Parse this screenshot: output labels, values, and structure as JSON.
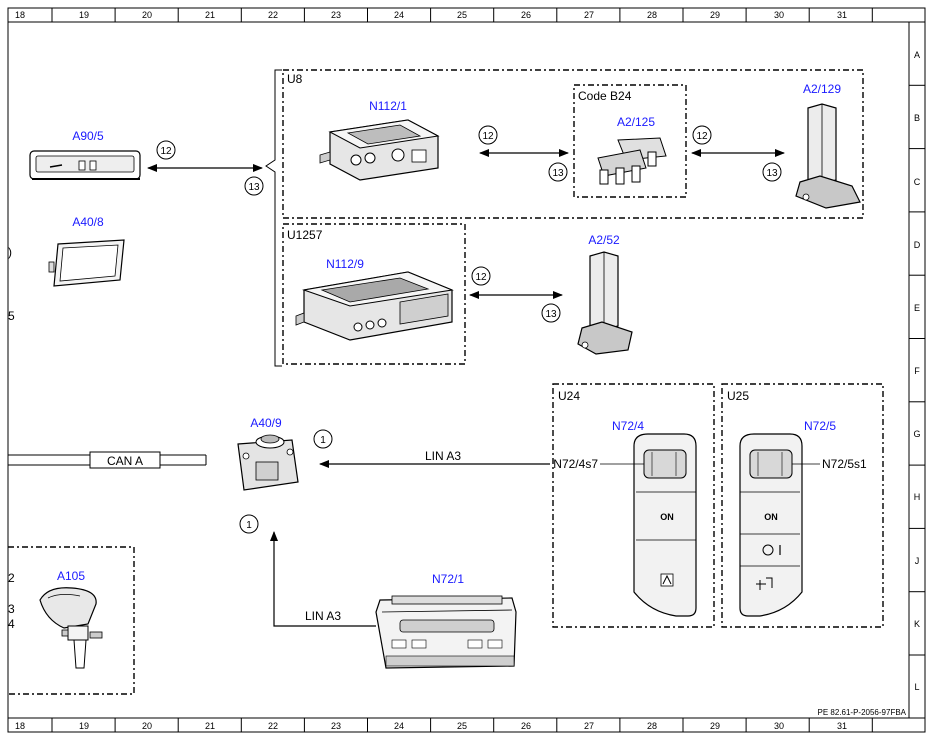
{
  "grid": {
    "columns": [
      "18",
      "19",
      "20",
      "21",
      "22",
      "23",
      "24",
      "25",
      "26",
      "27",
      "28",
      "29",
      "30",
      "31"
    ],
    "rows": [
      "A",
      "B",
      "C",
      "D",
      "E",
      "F",
      "G",
      "H",
      "J",
      "K",
      "L"
    ]
  },
  "document_id": "PE 82.61-P-2056-97FBA",
  "blocks": {
    "u8": "U8",
    "code_b24": "Code B24",
    "u1257": "U1257",
    "u24": "U24",
    "u25": "U25"
  },
  "components": {
    "a90_5": "A90/5",
    "a40_8": "A40/8",
    "n112_1": "N112/1",
    "a2_125": "A2/125",
    "a2_129": "A2/129",
    "n112_9": "N112/9",
    "a2_52": "A2/52",
    "a40_9": "A40/9",
    "n72_4": "N72/4",
    "n72_4s7": "N72/4s7",
    "n72_5": "N72/5",
    "n72_5s1": "N72/5s1",
    "a105": "A105",
    "n72_1": "N72/1"
  },
  "signals": {
    "can_a": "CAN A",
    "lin_a3_h": "LIN A3",
    "lin_a3_v": "LIN A3"
  },
  "circles": {
    "c12": "12",
    "c13": "13",
    "c1": "1"
  },
  "buttons": {
    "on_u24": "ON",
    "on_u25": "ON"
  },
  "edge_marks": {
    "m1": ")",
    "m2": "5",
    "m3": "2",
    "m4": "3",
    "m5": "4"
  }
}
